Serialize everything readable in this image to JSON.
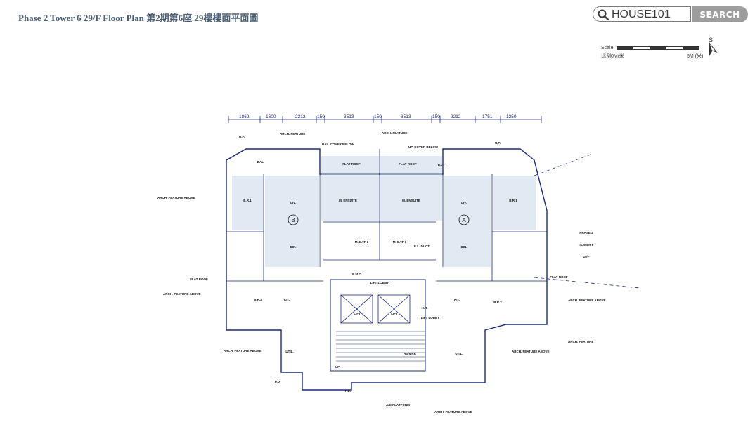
{
  "header": {
    "title": "Phase 2 Tower 6 29/F Floor Plan  第2期第6座 29樓樓面平面圖"
  },
  "search": {
    "value": "HOUSE101",
    "button_label": "SEARCH"
  },
  "scale": {
    "label": "Scale",
    "left_text": "比例0M/米",
    "right_text": "5M (米)"
  },
  "compass": {
    "label": "S"
  },
  "plan": {
    "top_dimensions": [
      "1862",
      "1600",
      "2212",
      "150",
      "3513",
      "150",
      "3513",
      "150",
      "2212",
      "1751",
      "1250"
    ],
    "flats": {
      "a": "A",
      "b": "B"
    },
    "room_labels": {
      "liv_b": "LIV.",
      "din_b": "DIN.",
      "liv_a": "LIV.",
      "din_a": "DIN.",
      "br1_b": "B.R.1",
      "br1_a": "B.R.1",
      "br2_b": "B.R.2",
      "br2_a": "B.R.2",
      "ensuite_b": "M. ENSUITE",
      "ensuite_a": "M. ENSUITE",
      "bath_b": "M. BATH",
      "bath_a": "M. BATH",
      "kit_b": "KIT.",
      "kit_a": "KIT.",
      "lift1": "LIFT",
      "lift2": "LIFT",
      "lift_lobby": "LIFT LOBBY",
      "lift_lobby2": "LIFT LOBBY",
      "hr": "H.R.",
      "el_duct": "E.L. DUCT",
      "emc": "E.M.C.",
      "util_b": "UTIL.",
      "util_a": "UTIL.",
      "rs_mrr": "RS/MRR",
      "bal_b": "BAL.",
      "bal_a": "BAL.",
      "flat_roof_1": "FLAT ROOF",
      "flat_roof_2": "FLAT ROOF",
      "flat_roof_3": "FLAT ROOF",
      "flat_roof_4": "FLAT ROOF",
      "ac_platform": "A/C PLATFORM",
      "up": "UP",
      "pd_b": "P.D.",
      "pd_a": "P.D."
    },
    "callouts": {
      "arch_feature_above_1": "ARCH. FEATURE ABOVE",
      "arch_feature_above_2": "ARCH. FEATURE ABOVE",
      "arch_feature_above_3": "ARCH. FEATURE ABOVE",
      "arch_feature_above_4": "ARCH. FEATURE ABOVE",
      "arch_feature_above_5": "ARCH. FEATURE ABOVE",
      "arch_feature_above_6": "ARCH. FEATURE ABOVE",
      "arch_feature_1": "ARCH. FEATURE",
      "arch_feature_2": "ARCH. FEATURE",
      "arch_feature_3": "ARCH. FEATURE",
      "bal_cover_below": "BAL. COVER BELOW",
      "up_cover_below": "UP. COVER BELOW",
      "up_1": "U.P.",
      "up_2": "U.P."
    },
    "tower_tag": {
      "line1": "PHASE 2",
      "line2": "TOWER 6",
      "line3": "29/F"
    }
  },
  "colors": {
    "title": "#4b5f73",
    "plan_line": "#1b2b7a",
    "room_fill": "#c9d9ea",
    "search_button": "#9d9d9d"
  }
}
